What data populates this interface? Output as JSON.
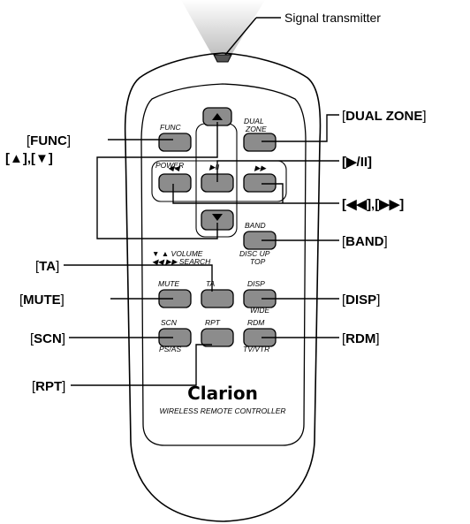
{
  "caption": {
    "signal": "Signal transmitter"
  },
  "brand": {
    "name": "Clarion",
    "subtitle": "WIRELESS REMOTE CONTROLLER"
  },
  "panel_text": {
    "func": "FUNC",
    "dual": "DUAL",
    "zone": "ZONE",
    "power": "POWER",
    "rew": "◀◀",
    "play": "▶II",
    "ff": "▶▶",
    "band": "BAND",
    "disc_up": "DISC UP",
    "top": "TOP",
    "volume": "▼ ▲ VOLUME",
    "search": "◀◀ ▶▶ SEARCH",
    "mute": "MUTE",
    "ta": "TA",
    "disp": "DISP",
    "wide": "WIDE",
    "scn": "SCN",
    "psas": "PS/AS",
    "rpt": "RPT",
    "rdm": "RDM",
    "tvvtr": "TV/VTR"
  },
  "callouts": {
    "func": "FUNC",
    "up_down": "[▲],[▼]",
    "dual_zone": "DUAL ZONE",
    "play_pause": "[▶/II]",
    "rew_ff": "[◀◀],[▶▶]",
    "band": "BAND",
    "ta": "TA",
    "mute": "MUTE",
    "disp": "DISP",
    "scn": "SCN",
    "rdm": "RDM",
    "rpt": "RPT"
  },
  "colors": {
    "button": "#8c8c8c",
    "beam": "#cfcfcf",
    "outline": "#000000"
  }
}
